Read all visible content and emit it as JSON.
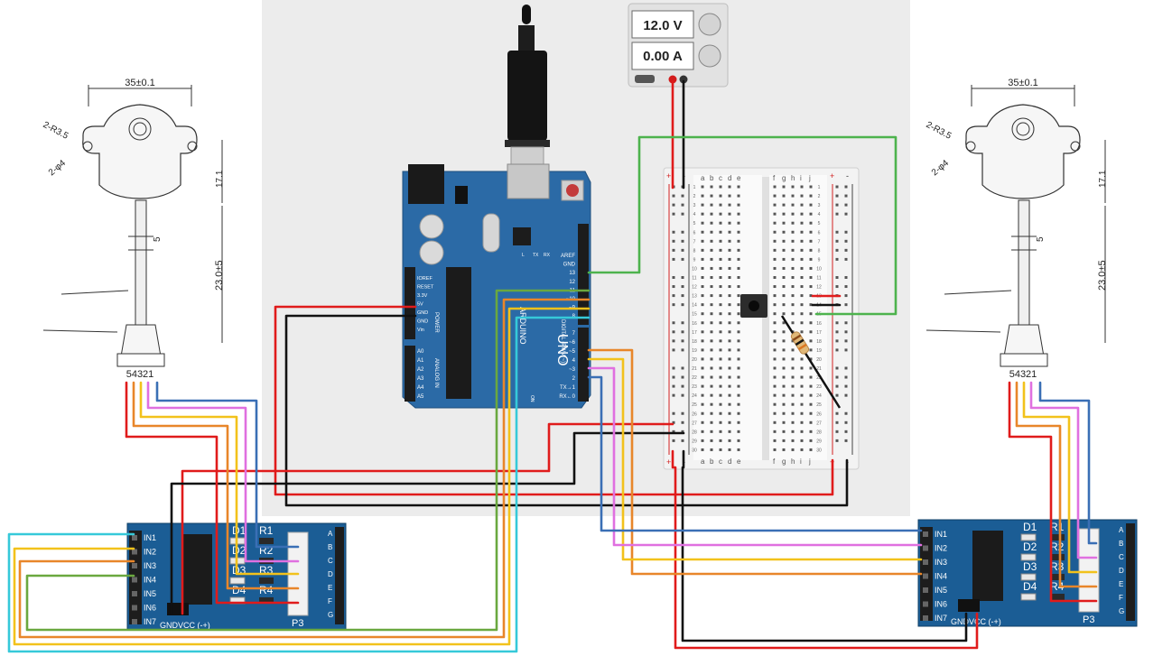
{
  "power_supply": {
    "voltage": "12.0 V",
    "current": "0.00 A"
  },
  "stepper_left": {
    "width_dim": "35±0.1",
    "radius_label": "2-R3.5",
    "hole_label": "2-φ4",
    "height_dim": "17.1",
    "lead_dim": "23.0±5",
    "tick_dim": "5",
    "pins": "54321"
  },
  "stepper_right": {
    "width_dim": "35±0.1",
    "radius_label": "2-R3.5",
    "hole_label": "2-φ4",
    "height_dim": "17.1",
    "lead_dim": "23.0±5",
    "tick_dim": "5",
    "pins": "54321"
  },
  "arduino": {
    "brand_text": "ARDUINO",
    "model_text": "UNO",
    "power_header": "POWER",
    "analog_header": "ANALOG IN",
    "digital_header": "DIGITAL (PWM ~)",
    "power_pins": [
      "IOREF",
      "RESET",
      "3.3V",
      "5V",
      "GND",
      "GND",
      "Vin"
    ],
    "analog_pins": [
      "A0",
      "A1",
      "A2",
      "A3",
      "A4",
      "A5"
    ],
    "digital_top": [
      "AREF",
      "GND",
      "13",
      "12",
      "~11",
      "~10",
      "~9",
      "8"
    ],
    "digital_bottom": [
      "7",
      "~6",
      "~5",
      "4",
      "~3",
      "2",
      "TX→1",
      "RX←0"
    ],
    "led_labels": [
      "L",
      "TX",
      "RX"
    ],
    "on_label": "ON"
  },
  "breadboard": {
    "columns_left": [
      "a",
      "b",
      "c",
      "d",
      "e"
    ],
    "columns_right": [
      "f",
      "g",
      "h",
      "i",
      "j"
    ],
    "rails": [
      "+",
      "-"
    ],
    "rows": 30
  },
  "driver_left": {
    "inputs": [
      "IN1",
      "IN2",
      "IN3",
      "IN4",
      "IN5",
      "IN6",
      "IN7"
    ],
    "leds": [
      "D1",
      "D2",
      "D3",
      "D4"
    ],
    "resistors": [
      "R1",
      "R2",
      "R3",
      "R4"
    ],
    "power_label": "GNDVCC (-+)",
    "connector_label": "P3",
    "side_pins": [
      "A",
      "B",
      "C",
      "D",
      "E",
      "F",
      "G"
    ]
  },
  "driver_right": {
    "inputs": [
      "IN1",
      "IN2",
      "IN3",
      "IN4",
      "IN5",
      "IN6",
      "IN7"
    ],
    "leds": [
      "D1",
      "D2",
      "D3",
      "D4"
    ],
    "resistors": [
      "R1",
      "R2",
      "R3",
      "R4"
    ],
    "power_label": "GNDVCC (-+)",
    "connector_label": "P3",
    "side_pins": [
      "A",
      "B",
      "C",
      "D",
      "E",
      "F",
      "G"
    ]
  },
  "colors": {
    "board_blue": "#2b6aa6",
    "driver_blue": "#1b5d95",
    "wire_red": "#e01b1b",
    "wire_black": "#111111",
    "wire_blue": "#3a6fb5",
    "wire_pink": "#e070e0",
    "wire_yellow": "#f2c21b",
    "wire_orange": "#e8862a",
    "wire_green": "#6aa83f",
    "wire_cyan": "#36c9d9",
    "wire_lime": "#4db34d"
  }
}
